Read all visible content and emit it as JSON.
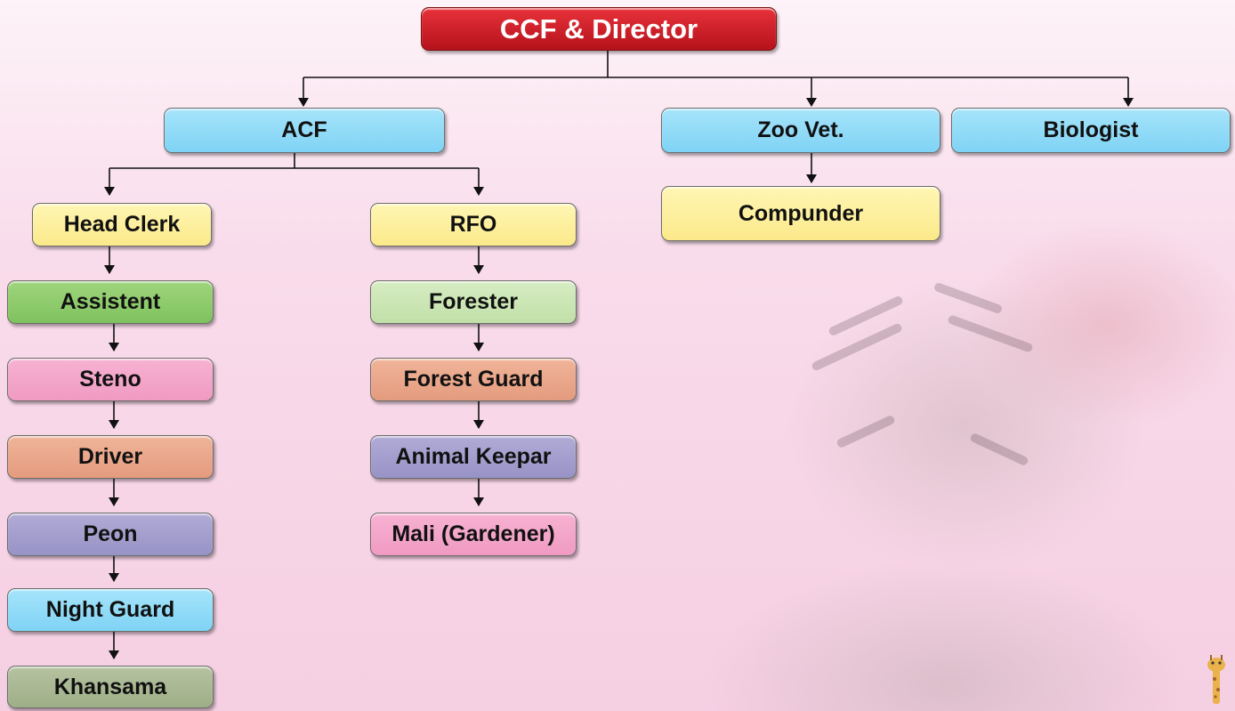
{
  "chart": {
    "root": "CCF & Director",
    "acf": "ACF",
    "zoo_vet": "Zoo Vet.",
    "biologist": "Biologist",
    "compunder": "Compunder",
    "head_clerk": "Head Clerk",
    "rfo": "RFO",
    "left_chain": [
      "Assistent",
      "Steno",
      "Driver",
      "Peon",
      "Night Guard",
      "Khansama"
    ],
    "right_chain": [
      "Forester",
      "Forest Guard",
      "Animal Keepar",
      "Mali (Gardener)"
    ]
  },
  "colors": {
    "root": "#c8202a",
    "blue": "#8ad9f7",
    "yellow": "#fdee9c",
    "green": "#8acb67",
    "light_green": "#cbe6b4",
    "pink": "#f4a7cb",
    "salmon": "#e9a88b",
    "purple": "#a39fce",
    "khaki": "#a8b893",
    "background": "#f7d6e7"
  },
  "decor": {
    "background_image": "tiger-photo",
    "corner_mascot": "giraffe-icon"
  }
}
